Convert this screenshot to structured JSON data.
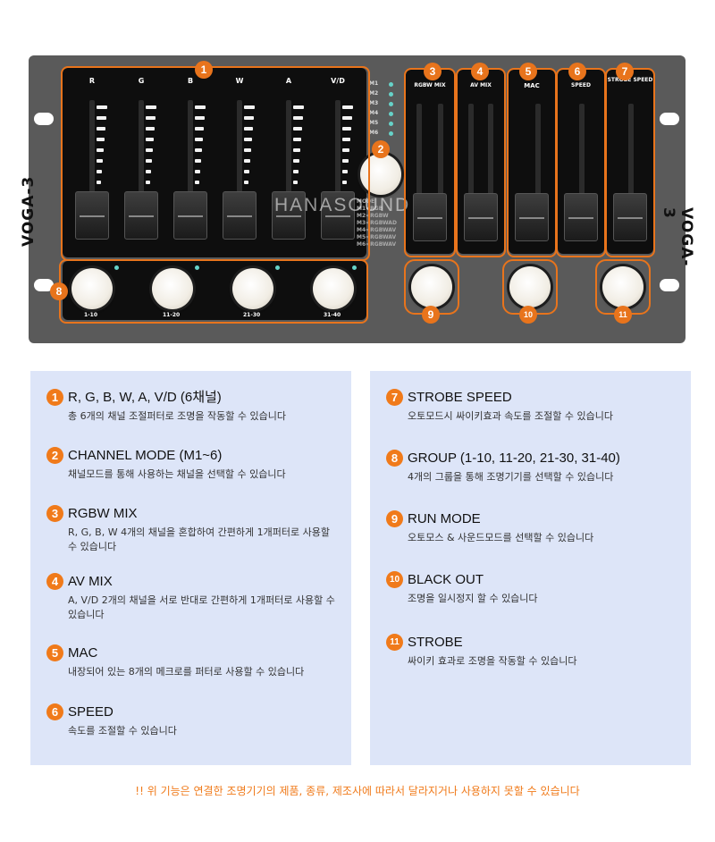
{
  "device": {
    "brand": "VOGA-3",
    "watermark": "HANASOUND",
    "channel_labels": [
      "R",
      "G",
      "B",
      "W",
      "A",
      "V/D"
    ],
    "mode_labels": [
      "M1",
      "M2",
      "M3",
      "M4",
      "M5",
      "M6"
    ],
    "mode_list": [
      "MODE",
      "M1=RGB",
      "M2=RGBW",
      "M3=RGBWAD",
      "M4=RGBWAV",
      "M5=RGBWAV",
      "M6=RGBWAV"
    ],
    "section_labels": {
      "rgbw_mix": "RGBW MIX",
      "av_mix": "AV MIX",
      "mac": "MAC",
      "speed": "SPEED",
      "strobe_speed": "STROBE SPEED"
    },
    "group_button_labels": [
      "1-10",
      "11-20",
      "21-30",
      "31-40"
    ],
    "badges": [
      "1",
      "2",
      "3",
      "4",
      "5",
      "6",
      "7",
      "8",
      "9",
      "10",
      "11"
    ]
  },
  "left_items": [
    {
      "num": "1",
      "title": "R, G, B, W, A, V/D (6채널)",
      "desc": "총 6개의 채널 조절퍼터로 조명을 작동할 수 있습니다"
    },
    {
      "num": "2",
      "title": "CHANNEL MODE (M1~6)",
      "desc": "채널모드를 통해 사용하는 채널을 선택할 수 있습니다"
    },
    {
      "num": "3",
      "title": "RGBW MIX",
      "desc": "R, G, B, W 4개의 채널을 혼합하여 간편하게 1개퍼터로 사용할 수 있습니다"
    },
    {
      "num": "4",
      "title": "AV MIX",
      "desc": "A, V/D 2개의 채널을 서로 반대로 간편하게 1개퍼터로 사용할 수 있습니다"
    },
    {
      "num": "5",
      "title": "MAC",
      "desc": "내장되어 있는 8개의 메크로를 퍼터로 사용할 수 있습니다"
    },
    {
      "num": "6",
      "title": "SPEED",
      "desc": "속도를 조절할 수 있습니다"
    }
  ],
  "right_items": [
    {
      "num": "7",
      "title": "STROBE SPEED",
      "desc": "오토모드시 싸이키효과 속도를 조절할 수 있습니다"
    },
    {
      "num": "8",
      "title": "GROUP (1-10, 11-20, 21-30, 31-40)",
      "desc": "4개의 그룹을 통해 조명기기를 선택할 수 있습니다"
    },
    {
      "num": "9",
      "title": "RUN MODE",
      "desc": "오토모스 & 사운드모드를 선택할 수 있습니다"
    },
    {
      "num": "10",
      "title": "BLACK OUT",
      "desc": "조명을 일시정지 할 수 있습니다"
    },
    {
      "num": "11",
      "title": "STROBE",
      "desc": "싸이키 효과로 조명을 작동할 수 있습니다"
    }
  ],
  "footer": "!! 위 기능은 연결한 조명기기의 제품, 종류, 제조사에 따라서  달라지거나 사용하지 못할 수 있습니다",
  "colors": {
    "accent": "#f07a1a",
    "panel_bg": "#dde5f8",
    "device_body": "#5a5a5a"
  }
}
